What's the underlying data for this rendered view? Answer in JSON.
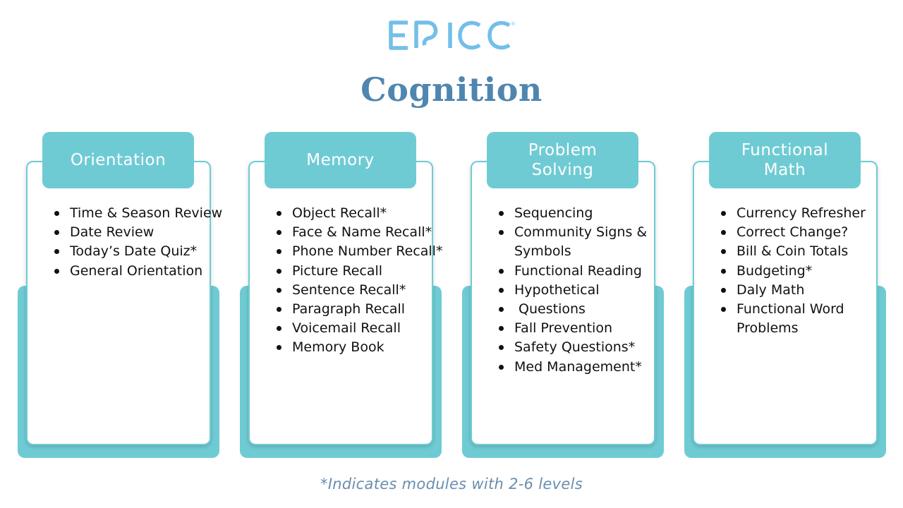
{
  "logo": {
    "text": "EPICC",
    "color": "#72bfe9"
  },
  "title": "Cognition",
  "colors": {
    "teal": "#6fcbd3",
    "title": "#4f86b0",
    "footnote": "#6a8eae"
  },
  "cards": [
    {
      "heading": [
        "Orientation"
      ],
      "items": [
        "Time & Season Review",
        "Date Review",
        "Today’s Date Quiz*",
        "General Orientation"
      ]
    },
    {
      "heading": [
        "Memory"
      ],
      "items": [
        "Object Recall*",
        "Face & Name Recall*",
        "Phone Number Recall*",
        "Picture Recall",
        "Sentence Recall*",
        "Paragraph Recall",
        "Voicemail Recall",
        "Memory Book"
      ]
    },
    {
      "heading": [
        "Problem",
        "Solving"
      ],
      "items": [
        "Sequencing",
        "Community Signs & Symbols",
        "Functional Reading",
        "Hypothetical",
        " Questions",
        "Fall Prevention",
        "Safety Questions*",
        "Med Management*"
      ]
    },
    {
      "heading": [
        "Functional",
        "Math"
      ],
      "items": [
        "Currency Refresher",
        "Correct Change?",
        "Bill & Coin Totals",
        "Budgeting*",
        "Daly Math",
        "Functional Word Problems"
      ]
    }
  ],
  "footnote": "*Indicates modules with 2-6 levels"
}
